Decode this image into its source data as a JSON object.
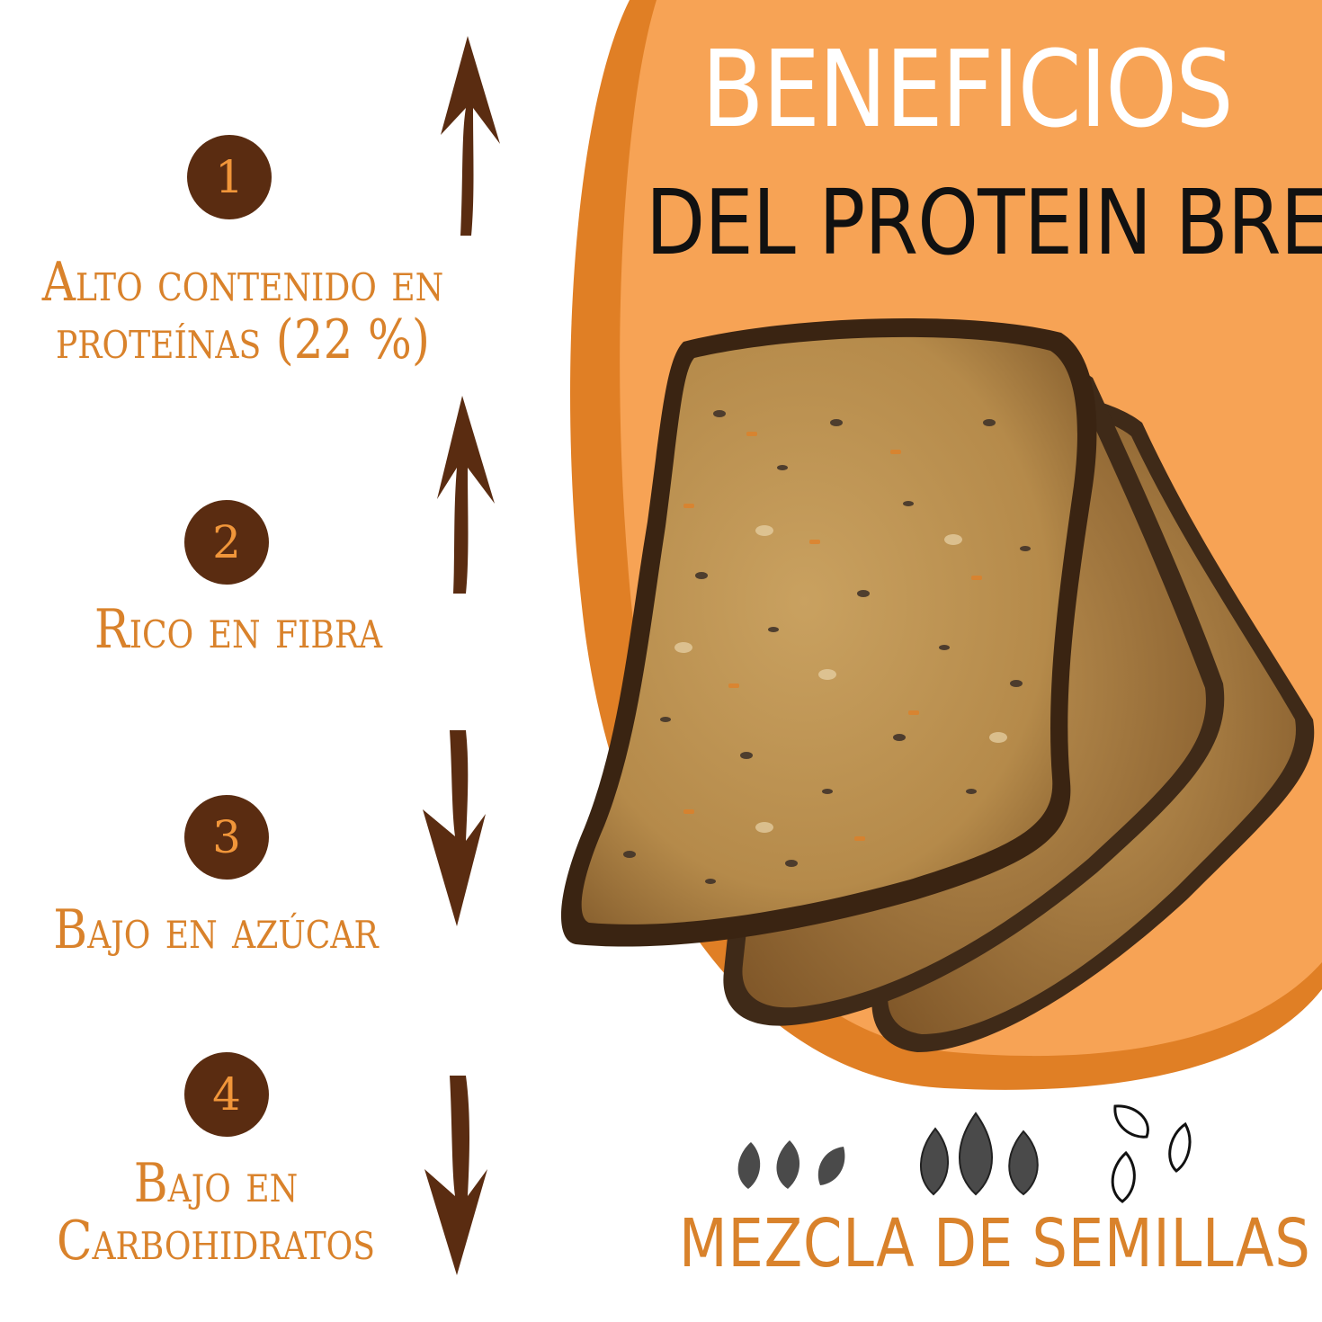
{
  "heading": {
    "line1": "BENEFICIOS",
    "line2": "DEL PROTEIN BREAD"
  },
  "benefits": [
    {
      "number": "1",
      "text": "Alto contenido en\nproteínas (22 %)",
      "arrow": "up-arrow-icon"
    },
    {
      "number": "2",
      "text": "Rico en fibra",
      "arrow": "up-arrow-icon"
    },
    {
      "number": "3",
      "text": "Bajo en azúcar",
      "arrow": "down-arrow-icon"
    },
    {
      "number": "4",
      "text": "Bajo en\nCarbohidratos",
      "arrow": "down-arrow-icon"
    }
  ],
  "seeds": {
    "label": "MEZCLA DE SEMILLAS",
    "icons": [
      "flax-seed-icon",
      "sunflower-seed-icon",
      "pumpkin-seed-icon"
    ]
  },
  "colors": {
    "accent_orange": "#f7a355",
    "dark_orange": "#e07f25",
    "brown": "#5a2c11",
    "text_orange": "#d9822b"
  }
}
